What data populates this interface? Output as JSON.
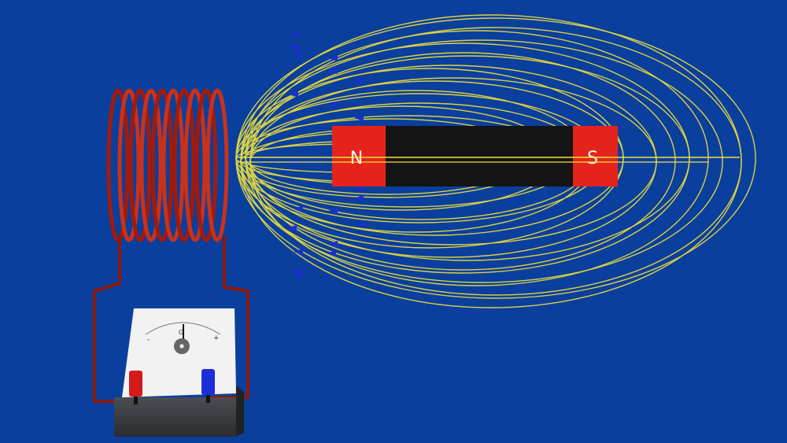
{
  "magnet": {
    "north_label": "N",
    "south_label": "S"
  },
  "galvanometer": {
    "label": "G",
    "minus_label": "-",
    "plus_label": "+",
    "needle_deflection": 0
  },
  "colors": {
    "background": "#0a3f9e",
    "magnet_pole": "#e4241c",
    "magnet_body": "#141414",
    "field_lines": "#f2e23a",
    "coil": "#b3200e",
    "arrow": "#1a2fd0",
    "terminal_negative": "#d41a1a",
    "terminal_positive": "#1c2ed8"
  }
}
